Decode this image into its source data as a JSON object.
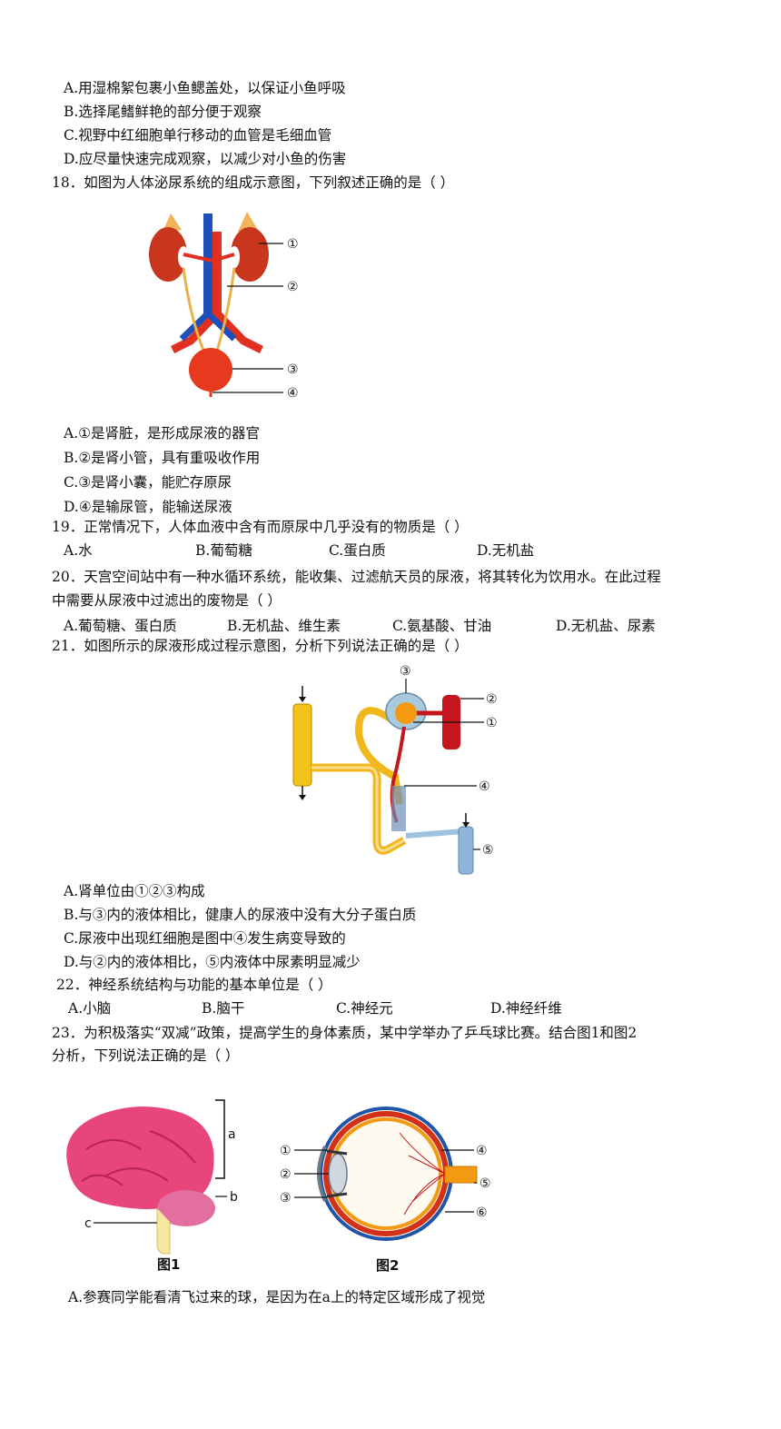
{
  "q17": {
    "options": [
      "A.用湿棉絮包裹小鱼鳃盖处，以保证小鱼呼吸",
      "B.选择尾鳍鲜艳的部分便于观察",
      "C.视野中红细胞单行移动的血管是毛细血管",
      "D.应尽量快速完成观察，以减少对小鱼的伤害"
    ]
  },
  "q18": {
    "stem": "18．如图为人体泌尿系统的组成示意图，下列叙述正确的是（ ）",
    "labels": [
      "①",
      "②",
      "③",
      "④"
    ],
    "options": [
      "A.①是肾脏，是形成尿液的器官",
      "B.②是肾小管，具有重吸收作用",
      "C.③是肾小囊，能贮存原尿",
      "D.④是输尿管，能输送尿液"
    ]
  },
  "q19": {
    "stem": "19．正常情况下，人体血液中含有而原尿中几乎没有的物质是（ ）",
    "options": [
      "A.水",
      "B.葡萄糖",
      "C.蛋白质",
      "D.无机盐"
    ]
  },
  "q20": {
    "stem1": "20．天宫空间站中有一种水循环系统，能收集、过滤航天员的尿液，将其转化为饮用水。在此过程",
    "stem2": "中需要从尿液中过滤出的废物是（ ）",
    "options": [
      "A.葡萄糖、蛋白质",
      "B.无机盐、维生素",
      "C.氨基酸、甘油",
      "D.无机盐、尿素"
    ]
  },
  "q21": {
    "stem": "21．如图所示的尿液形成过程示意图，分析下列说法正确的是（ ）",
    "labels": [
      "③",
      "②",
      "①",
      "④",
      "⑤"
    ],
    "options": [
      "A.肾单位由①②③构成",
      "B.与③内的液体相比，健康人的尿液中没有大分子蛋白质",
      "C.尿液中出现红细胞是图中④发生病变导致的",
      "D.与②内的液体相比，⑤内液体中尿素明显减少"
    ]
  },
  "q22": {
    "stem": "22．神经系统结构与功能的基本单位是（ ）",
    "options": [
      "A.小脑",
      "B.脑干",
      "C.神经元",
      "D.神经纤维"
    ]
  },
  "q23": {
    "stem1": "23．为积极落实“双减”政策，提高学生的身体素质，某中学举办了乒乓球比赛。结合图1和图2",
    "stem2": "分析，下列说法正确的是（ ）",
    "fig1": {
      "caption": "图1",
      "labels": [
        "a",
        "b",
        "c"
      ]
    },
    "fig2": {
      "caption": "图2",
      "labels": [
        "①",
        "②",
        "③",
        "④",
        "⑤",
        "⑥"
      ]
    },
    "options": [
      "A.参赛同学能看清飞过来的球，是因为在a上的特定区域形成了视觉"
    ]
  }
}
